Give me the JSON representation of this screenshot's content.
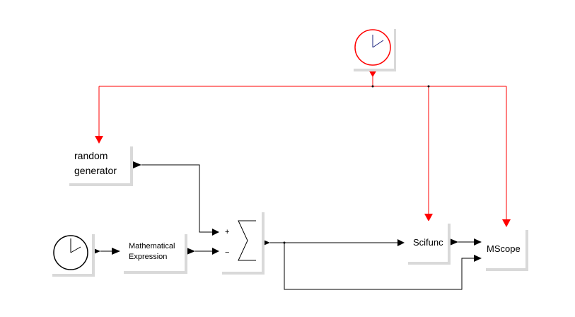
{
  "diagram": {
    "colors": {
      "event_link": "#ff0000",
      "data_link": "#000000",
      "block_fill": "#ffffff",
      "block_shadow": "#d9d9d9",
      "clock_face": "#ffffff",
      "event_clock_ring": "#ff0000",
      "event_clock_hands": "#1a237e"
    },
    "blocks": {
      "event_clock": {
        "label": "",
        "icon": "clock-icon"
      },
      "random_generator": {
        "label_line1": "random",
        "label_line2": "generator"
      },
      "clock": {
        "label": "",
        "icon": "clock-icon"
      },
      "math_expression": {
        "label_line1": "Mathematical",
        "label_line2": "Expression"
      },
      "summation": {
        "plus": "+",
        "minus": "−",
        "symbol": "∑"
      },
      "scifunc": {
        "label": "Scifunc"
      },
      "mscope": {
        "label": "MScope"
      }
    }
  }
}
